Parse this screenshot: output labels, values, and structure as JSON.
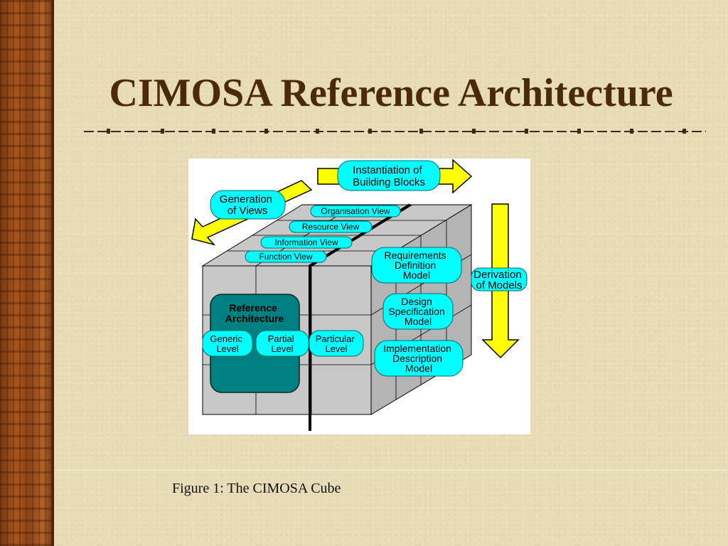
{
  "slide": {
    "title": "CIMOSA Reference Architecture",
    "caption": "Figure 1: The CIMOSA Cube"
  },
  "diagram": {
    "arrows": {
      "instantiation": [
        "Instantiation of",
        "Building Blocks"
      ],
      "generation": [
        "Generation",
        "of Views"
      ],
      "derivation": [
        "Derivation",
        "of Models"
      ]
    },
    "views": [
      "Organisation View",
      "Resource View",
      "Information View",
      "Function View"
    ],
    "models": {
      "requirements": [
        "Requirements",
        "Definition",
        "Model"
      ],
      "design": [
        "Design",
        "Specification",
        "Model"
      ],
      "implementation": [
        "Implementation",
        "Description",
        "Model"
      ]
    },
    "reference": [
      "Reference",
      "Architecture"
    ],
    "levels": {
      "generic": [
        "Generic",
        "Level"
      ],
      "partial": [
        "Partial",
        "Level"
      ],
      "particular": [
        "Particular",
        "Level"
      ]
    },
    "colors": {
      "label_fill": "#00ffff",
      "arrow_fill": "#ffff00",
      "cube_face": "#c8c8c8",
      "cube_side": "#b4b4b4",
      "reference_fill": "#008080",
      "reference_dark": "#004848"
    }
  }
}
